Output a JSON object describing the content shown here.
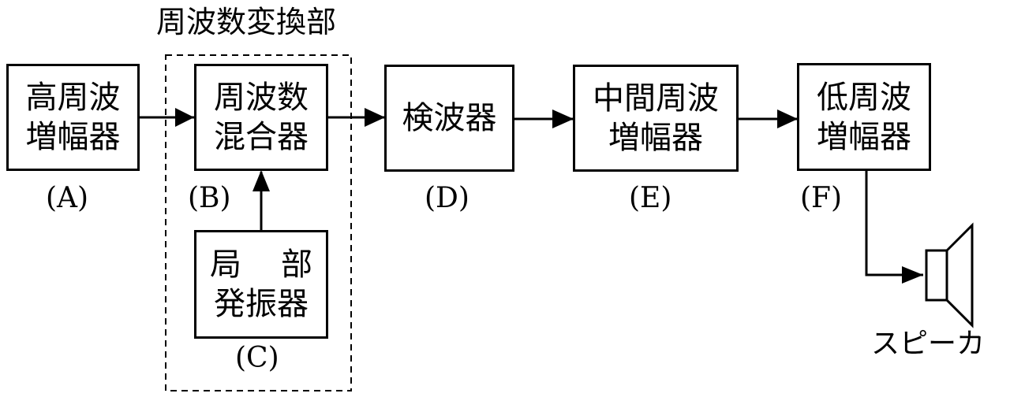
{
  "group": {
    "title": "周波数変換部"
  },
  "blocks": {
    "A": {
      "line1": "高周波",
      "line2": "増幅器",
      "label": "(A)"
    },
    "B": {
      "line1": "周波数",
      "line2": "混合器",
      "label": "(B)"
    },
    "C": {
      "line1a": "局",
      "line1b": "部",
      "line2": "発振器",
      "label": "(C)"
    },
    "D": {
      "line1": "検波器",
      "label": "(D)"
    },
    "E": {
      "line1": "中間周波",
      "line2": "増幅器",
      "label": "(E)"
    },
    "F": {
      "line1": "低周波",
      "line2": "増幅器",
      "label": "(F)"
    }
  },
  "speaker": {
    "label": "スピーカ",
    "icon": "speaker-icon"
  }
}
